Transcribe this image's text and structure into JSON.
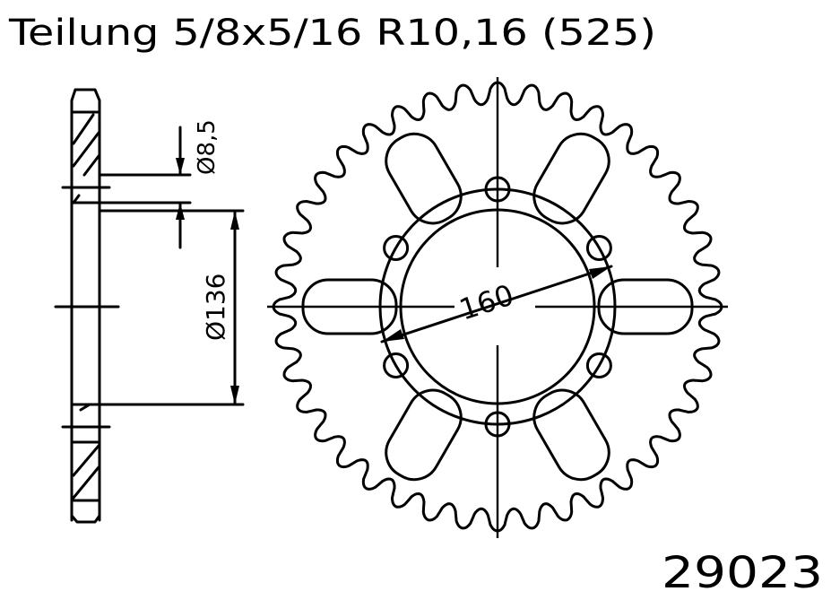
{
  "title": "Teilung 5/8x5/16 R10,16 (525)",
  "part_number": "29023",
  "dimensions": {
    "bolt_hole_diameter": "Ø8,5",
    "center_bore_diameter": "Ø136",
    "bolt_circle_diameter": "160"
  },
  "sprocket": {
    "teeth": 40,
    "bolt_holes": 6,
    "lightening_slots": 6
  },
  "colors": {
    "line": "#000000",
    "background": "#ffffff"
  }
}
